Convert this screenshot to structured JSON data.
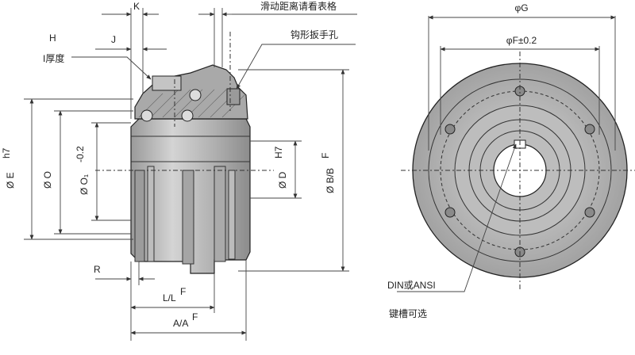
{
  "labels": {
    "K": "K",
    "H": "H",
    "J": "J",
    "I_thickness": "I厚度",
    "slide_distance": "滑动距离请看表格",
    "hook_wrench_hole": "钩形扳手孔",
    "phi_G": "φG",
    "phi_F": "φF±0.2",
    "dia_E": "Ø E",
    "dia_E_sup": "h7",
    "dia_O": "Ø O",
    "dia_O1": "Ø O₁",
    "dia_O1_sup": "-0.2",
    "dia_D": "Ø D",
    "dia_D_sup": "H7",
    "dia_B": "Ø B/B",
    "dia_B_sup": "F",
    "R": "R",
    "L": "L/L",
    "L_sup": "F",
    "A": "A/A",
    "A_sup": "F",
    "din_ansi": "DIN或ANSI",
    "keyway_optional": "键槽可选"
  },
  "colors": {
    "body_fill": "#b3b3b3",
    "body_light": "#cfcfcf",
    "body_dark": "#8a8a8a",
    "line": "#222222",
    "text": "#222222"
  }
}
